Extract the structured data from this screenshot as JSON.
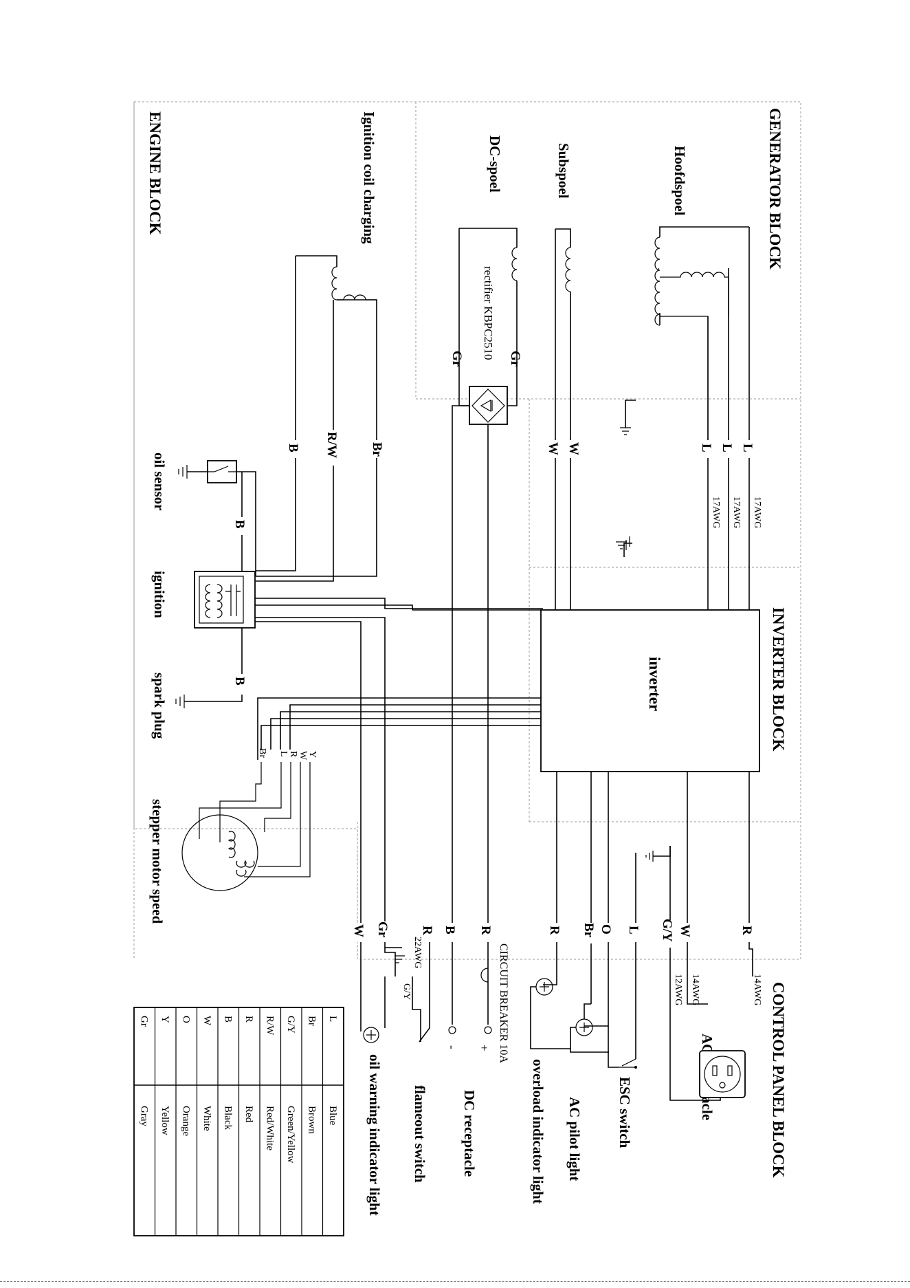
{
  "blocks": {
    "generator": "GENERATOR BLOCK",
    "inverter": "INVERTER  BLOCK",
    "control_panel": "CONTROL PANEL  BLOCK",
    "engine": "ENGINE  BLOCK"
  },
  "components": {
    "hoofdspoel": "Hoofdspoel",
    "subspoel": "Subspoel",
    "dc_spoel": "DC-spoel",
    "rectifier": "rectifier KBPC2510",
    "ignition_coil_charging": "Ignition coil charging",
    "inverter": "inverter",
    "oil_sensor": "oil sensor",
    "ignition": "ignition",
    "spark_plug": "spark plug",
    "stepper_motor_speed": "stepper motor speed",
    "ac_receptacle": "AC receptacle",
    "esc_switch": "ESC switch",
    "ac_pilot_light": "AC pilot light",
    "overload_indicator_light": "overload indicator light",
    "circuit_breaker": "CIRCUIT BREAKER 10A",
    "dc_receptacle": "DC receptacle",
    "flameout_switch": "flameout switch",
    "oil_warning_indicator_light": "oil warning indicator light",
    "dc_plus": "+",
    "dc_minus": "-"
  },
  "wire_labels": {
    "gen_L1": "L",
    "gen_L2": "L",
    "gen_L3": "L",
    "sub_W1": "W",
    "sub_W2": "W",
    "rect_gr1": "Gr",
    "rect_gr2": "Gr",
    "ign_Br": "Br",
    "ign_RW": "R/W",
    "ign_B": "B",
    "oil_B": "B",
    "spark_B": "B",
    "cp_R": "R",
    "cp_W": "W",
    "cp_GY": "G/Y",
    "cp_L": "L",
    "cp_O": "O",
    "cp_Br": "Br",
    "cp_R2": "R",
    "cp_R3": "R",
    "cp_B": "B",
    "cp_R4": "R",
    "cp_Gr": "Gr",
    "cp_W2": "W",
    "step_Y": "Y",
    "step_W": "W",
    "step_R": "R",
    "step_L": "L",
    "step_Br": "Br"
  },
  "gauges": {
    "awg17_1": "17AWG",
    "awg17_2": "17AWG",
    "awg17_3": "17AWG",
    "awg14_1": "14AWG",
    "awg14_2": "14AWG",
    "awg12": "12AWG",
    "awg22": "22AWG",
    "gy_small": "G/Y"
  },
  "legend": [
    {
      "code": "L",
      "color": "Blue"
    },
    {
      "code": "Br",
      "color": "Brown"
    },
    {
      "code": "G/Y",
      "color": "Green/Yellow"
    },
    {
      "code": "R/W",
      "color": "Red/White"
    },
    {
      "code": "R",
      "color": "Red"
    },
    {
      "code": "B",
      "color": "Black"
    },
    {
      "code": "W",
      "color": "White"
    },
    {
      "code": "O",
      "color": "Orange"
    },
    {
      "code": "Y",
      "color": "Yellow"
    },
    {
      "code": "Gr",
      "color": "Gray"
    }
  ]
}
